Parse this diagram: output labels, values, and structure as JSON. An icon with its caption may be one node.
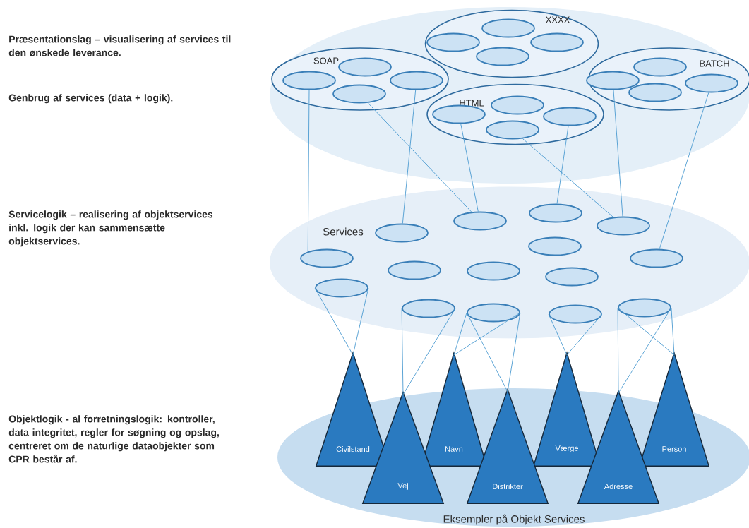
{
  "diagram": {
    "nodes": [
      {
        "text": [],
        "shape": "ellipse"
      },
      {
        "text": [
          "XXXX"
        ],
        "in": 0
      },
      {
        "text": [],
        "shape": "ellipse",
        "in": 1
      },
      {
        "text": [],
        "shape": "ellipse",
        "in": 1
      },
      {
        "text": [],
        "shape": "ellipse",
        "in": 1
      },
      {
        "text": [],
        "shape": "ellipse",
        "in": 1
      },
      {
        "text": [
          "SOAP"
        ],
        "in": 0
      },
      {
        "text": [],
        "shape": "ellipse",
        "in": 6
      },
      {
        "text": [],
        "shape": "ellipse",
        "in": 6
      },
      {
        "text": [],
        "shape": "ellipse",
        "in": 6
      },
      {
        "text": [],
        "shape": "ellipse",
        "in": 6
      },
      {
        "text": [
          "BATCH"
        ],
        "in": 0
      },
      {
        "text": [],
        "shape": "ellipse",
        "in": 11
      },
      {
        "text": [],
        "shape": "ellipse",
        "in": 11
      },
      {
        "text": [],
        "shape": "ellipse",
        "in": 11
      },
      {
        "text": [],
        "shape": "ellipse",
        "in": 11
      },
      {
        "text": [
          "HTML"
        ],
        "in": 0
      },
      {
        "text": [],
        "shape": "ellipse",
        "in": 16
      },
      {
        "text": [],
        "shape": "ellipse",
        "in": 16
      },
      {
        "text": [],
        "shape": "ellipse",
        "in": 16
      },
      {
        "text": [],
        "shape": "ellipse",
        "in": 16
      },
      {
        "text": [
          "Services"
        ]
      },
      {
        "text": [],
        "shape": "ellipse",
        "in": 21
      },
      {
        "text": [],
        "shape": "ellipse",
        "in": 21
      },
      {
        "text": [],
        "shape": "ellipse",
        "in": 21
      },
      {
        "text": [],
        "shape": "ellipse",
        "in": 21
      },
      {
        "text": [],
        "shape": "ellipse",
        "in": 21
      },
      {
        "text": [],
        "shape": "ellipse",
        "in": 21
      },
      {
        "text": [],
        "shape": "ellipse",
        "in": 21
      },
      {
        "text": [],
        "shape": "ellipse",
        "in": 21
      },
      {
        "text": [],
        "shape": "ellipse",
        "in": 21
      },
      {
        "text": [],
        "shape": "ellipse",
        "in": 21
      },
      {
        "text": [],
        "shape": "ellipse",
        "in": 21
      },
      {
        "text": [],
        "shape": "ellipse",
        "in": 21
      },
      {
        "text": [],
        "shape": "ellipse",
        "in": 21
      },
      {
        "text": [],
        "shape": "ellipse",
        "in": 21
      },
      {
        "text": [],
        "shape": "ellipse",
        "in": 21
      },
      {
        "text": [
          "Eksempler på Objekt Services"
        ]
      },
      {
        "text": [
          "Civilstand"
        ]
      },
      {
        "text": [
          "Vej"
        ],
        "in": 37
      },
      {
        "text": [
          "Navn"
        ]
      },
      {
        "text": [
          "Distrikter"
        ],
        "in": 37
      },
      {
        "text": [
          "Værge"
        ]
      },
      {
        "text": [
          "Adresse"
        ],
        "in": 37
      },
      {
        "text": [
          "Person"
        ]
      }
    ],
    "edges": [
      {
        "from": 7,
        "to": 27,
        "arrow": "none"
      },
      {
        "from": 9,
        "to": 25,
        "arrow": "none"
      },
      {
        "from": 10,
        "to": 23,
        "arrow": "none"
      },
      {
        "from": 17,
        "to": 23,
        "arrow": "none"
      },
      {
        "from": 19,
        "to": 22,
        "arrow": "none"
      },
      {
        "from": 20,
        "to": 24,
        "arrow": "none"
      },
      {
        "from": 14,
        "to": 28,
        "arrow": "none"
      },
      {
        "from": 12,
        "to": 24,
        "arrow": "none"
      },
      {
        "from": 32,
        "to": 38,
        "arrow": "none"
      },
      {
        "from": 34,
        "to": 39,
        "arrow": "none"
      },
      {
        "from": 35,
        "to": 40,
        "arrow": "none"
      },
      {
        "from": 35,
        "to": 41,
        "arrow": "none"
      },
      {
        "from": 36,
        "to": 42,
        "arrow": "none"
      },
      {
        "from": 33,
        "to": 43,
        "arrow": "none"
      },
      {
        "from": 33,
        "to": 44,
        "arrow": "none"
      }
    ],
    "labels": [
      "Præsentationslag – visualisering af services til den ønskede leverance.",
      "Genbrug af services (data + logik).",
      "Servicelogik – realisering af objektservices inkl. logik der kan sammensætte objektservices.",
      "Objektlogik - al forretningslogik: kontroller, data integritet, regler for søgning og opslag, centreret om de naturlige dataobjekter som CPR består af."
    ]
  }
}
